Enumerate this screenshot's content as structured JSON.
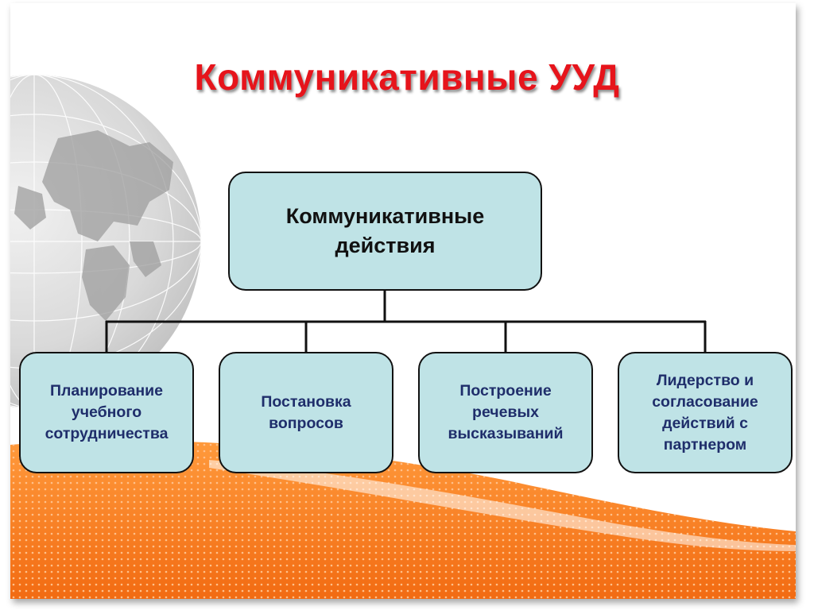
{
  "title": "Коммуникативные УУД",
  "colors": {
    "title": "#e6141b",
    "node_fill": "#bfe3e6",
    "node_border": "#111111",
    "child_text": "#1f2e6b",
    "orange_band": "#f47a20"
  },
  "diagram": {
    "root": {
      "label": "Коммуникативные действия"
    },
    "children": [
      {
        "label": "Планирование учебного сотрудничества"
      },
      {
        "label": "Постановка вопросов"
      },
      {
        "label": "Построение речевых высказываний"
      },
      {
        "label": "Лидерство и согласование действий с партнером"
      }
    ]
  }
}
